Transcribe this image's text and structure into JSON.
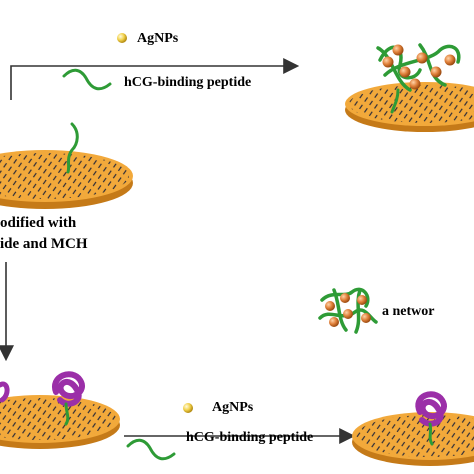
{
  "labels": {
    "agnps_top": "AgNPs",
    "peptide_top": "hCG-binding peptide",
    "modified_line1": "odified with",
    "modified_line2": "ide and MCH",
    "network": "a networ",
    "agnps_bottom": "AgNPs",
    "peptide_bottom": "hCG-binding peptide"
  },
  "colors": {
    "disk_top": "#F2A93B",
    "disk_side": "#C57A18",
    "hatch": "#2c2c3a",
    "peptide_green": "#2E9B36",
    "agnp_orange": "#E0803A",
    "agnp_legend_yellow": "#F2D24B",
    "hcg_purple": "#9B2FA8",
    "arrow": "#333333"
  },
  "icons": {
    "agnp": "sphere-icon",
    "peptide": "squiggle-icon",
    "hcg": "knot-icon"
  }
}
